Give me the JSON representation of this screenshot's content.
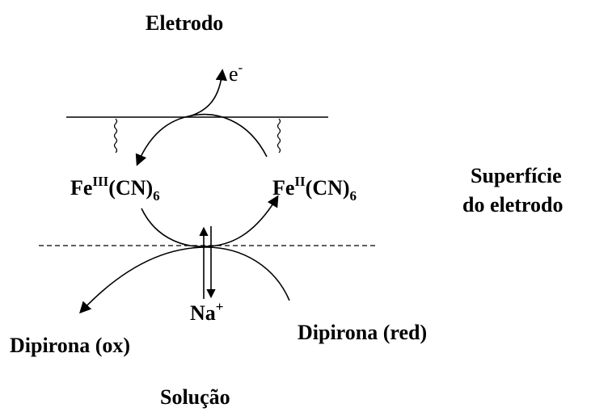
{
  "labels": {
    "electrode": "Eletrodo",
    "electron": "e",
    "electron_charge": "-",
    "fe3_base": "Fe",
    "fe3_sup": "III",
    "fe3_mid": "(CN)",
    "fe3_sub": "6",
    "fe2_base": "Fe",
    "fe2_sup": "II",
    "fe2_mid": "(CN)",
    "fe2_sub": "6",
    "surface_line1": "Superfície",
    "surface_line2": "do eletrodo",
    "sodium": "Na",
    "sodium_charge": "+",
    "dipirona_ox": "Dipirona (ox)",
    "dipirona_red": "Dipirona (red)",
    "solution": "Solução"
  },
  "colors": {
    "ink": "#000000",
    "background": "#ffffff"
  }
}
